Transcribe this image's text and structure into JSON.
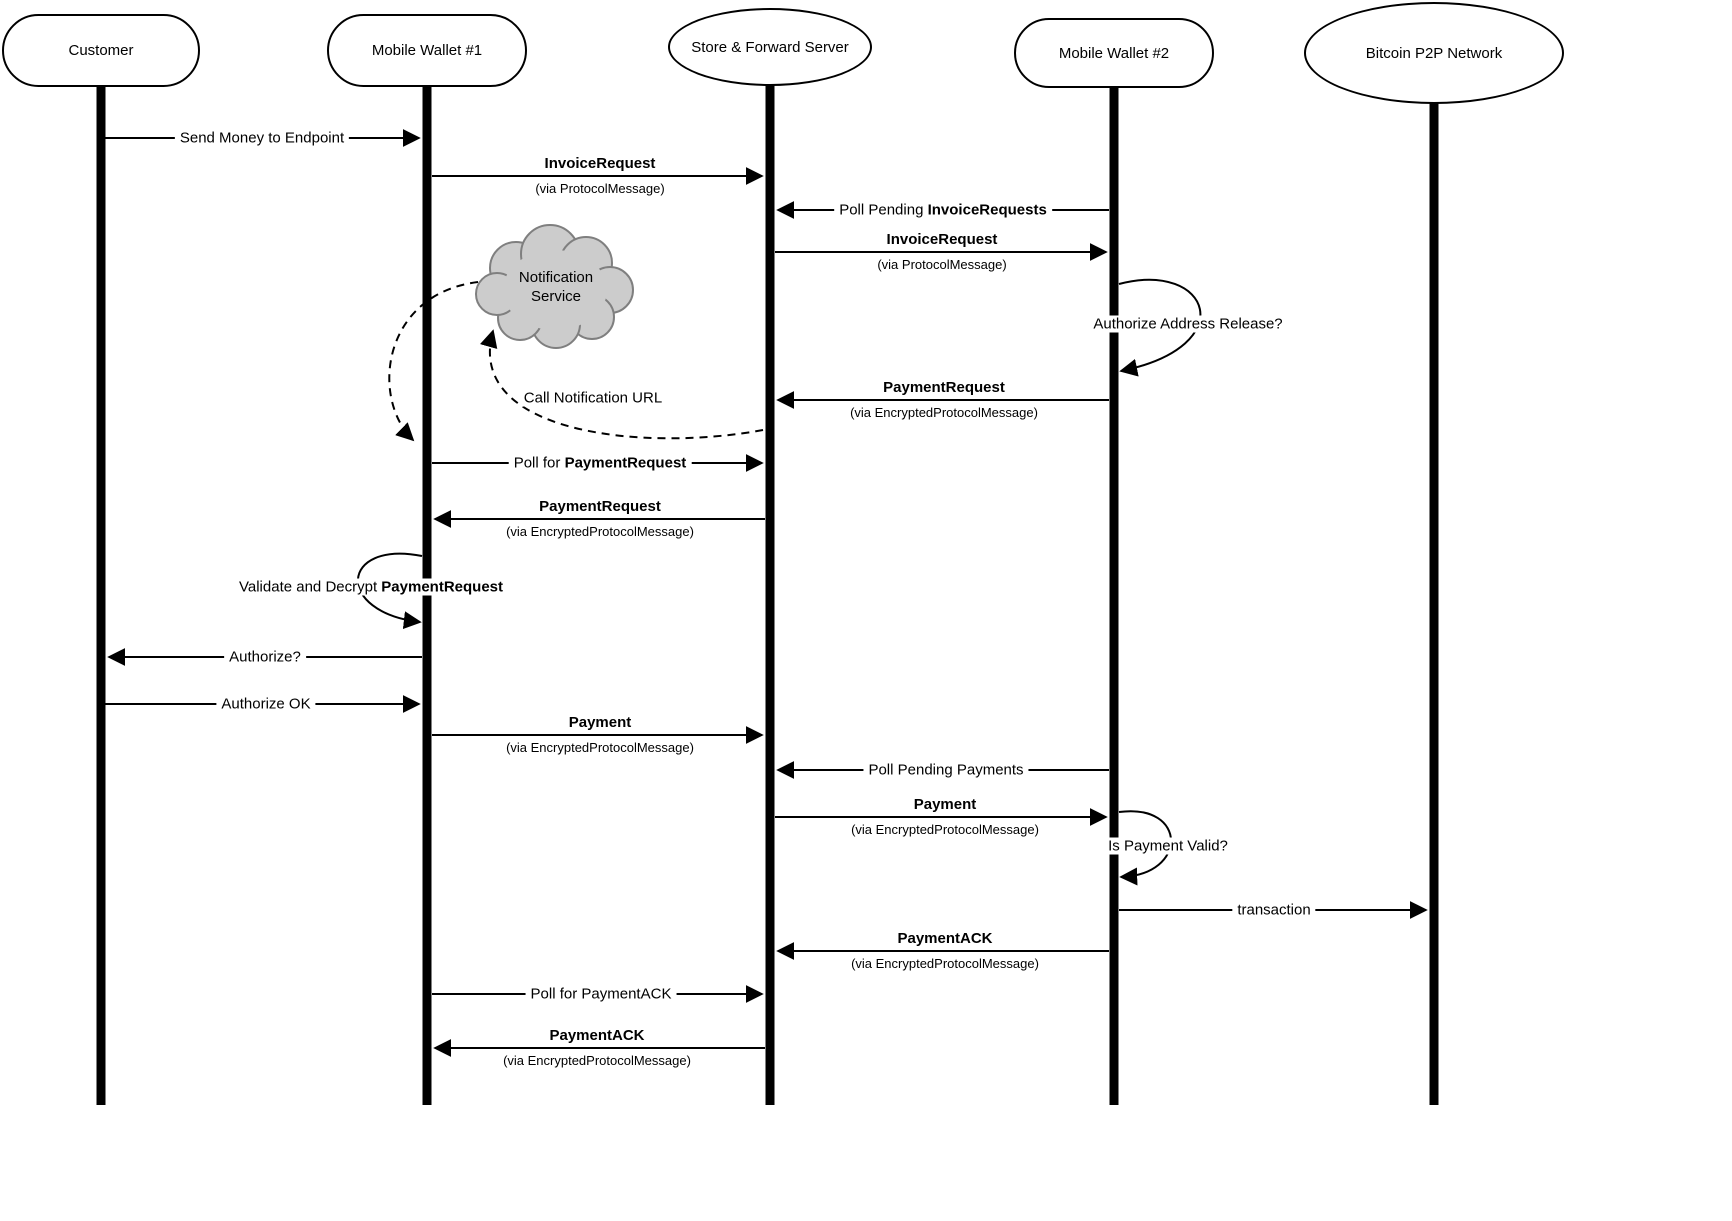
{
  "colors": {
    "background": "#ffffff",
    "line": "#000000",
    "cloud_fill": "#cccccc",
    "cloud_border": "#7f7f7f"
  },
  "actors": {
    "customer": "Customer",
    "wallet1": "Mobile Wallet #1",
    "server": "Store & Forward Server",
    "wallet2": "Mobile Wallet #2",
    "bitcoin": "Bitcoin P2P Network"
  },
  "cloud": {
    "line1": "Notification",
    "line2": "Service"
  },
  "messages": {
    "send_money": {
      "text": "Send Money to Endpoint"
    },
    "invoice_request_1": {
      "title": "InvoiceRequest",
      "via": "(via ProtocolMessage)"
    },
    "poll_invoice": {
      "pre": "Poll Pending",
      "bold": "InvoiceRequests"
    },
    "invoice_request_2": {
      "title": "InvoiceRequest",
      "via": "(via ProtocolMessage)"
    },
    "authorize_release": {
      "text": "Authorize Address Release?"
    },
    "payment_request_sf": {
      "title": "PaymentRequest",
      "via": "(via EncryptedProtocolMessage)"
    },
    "call_notification": {
      "text": "Call Notification URL"
    },
    "poll_payment_request": {
      "pre": "Poll for",
      "bold": "PaymentRequest"
    },
    "payment_request_w1": {
      "title": "PaymentRequest",
      "via": "(via EncryptedProtocolMessage)"
    },
    "validate_decrypt": {
      "pre": "Validate and Decrypt",
      "bold": "PaymentRequest"
    },
    "authorize_q": {
      "text": "Authorize?"
    },
    "authorize_ok": {
      "text": "Authorize OK"
    },
    "payment_sf": {
      "title": "Payment",
      "via": "(via EncryptedProtocolMessage)"
    },
    "poll_payments": {
      "text": "Poll Pending Payments"
    },
    "payment_w2": {
      "title": "Payment",
      "via": "(via EncryptedProtocolMessage)"
    },
    "is_payment_valid": {
      "text": "Is Payment Valid?"
    },
    "transaction": {
      "text": "transaction"
    },
    "payment_ack_sf": {
      "title": "PaymentACK",
      "via": "(via EncryptedProtocolMessage)"
    },
    "poll_payment_ack": {
      "text": "Poll for PaymentACK"
    },
    "payment_ack_w1": {
      "title": "PaymentACK",
      "via": "(via EncryptedProtocolMessage)"
    }
  }
}
